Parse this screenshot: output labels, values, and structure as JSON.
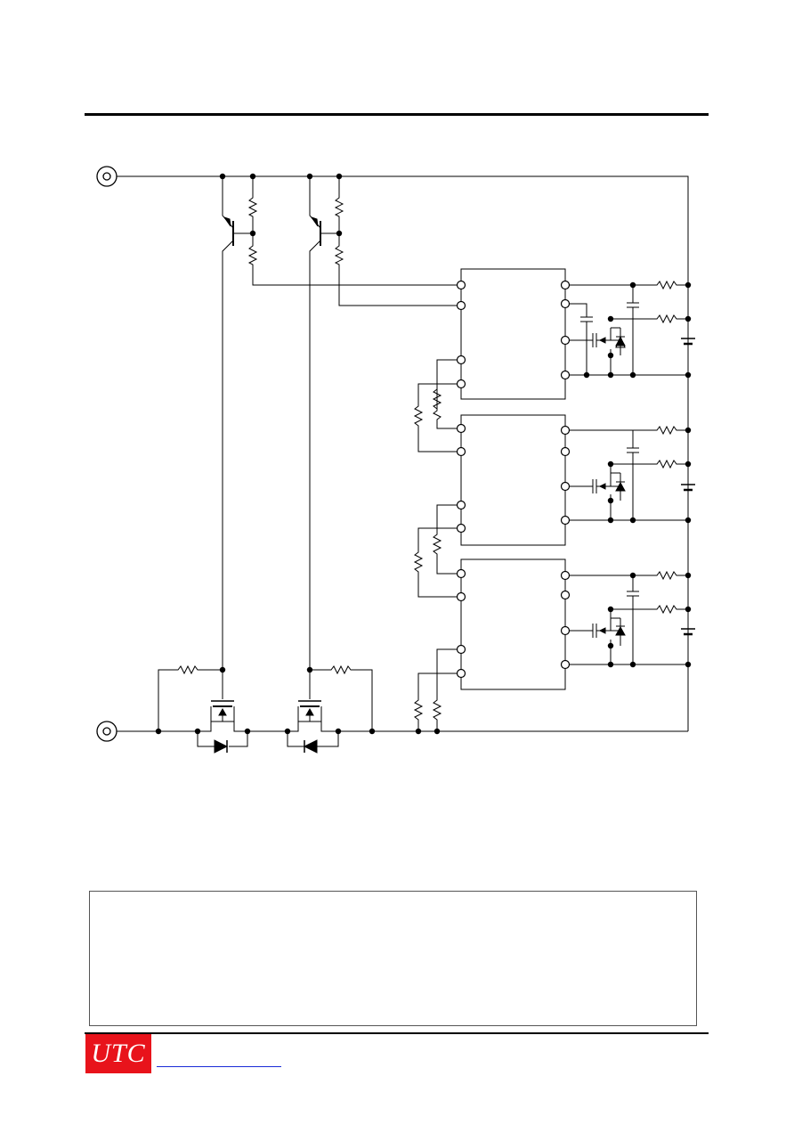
{
  "header": {
    "rule": "top-divider"
  },
  "logo": {
    "text": "UTC",
    "color": "#e8131b"
  },
  "footer": {
    "website": ""
  },
  "colors": {
    "line": "#000000",
    "logo": "#e8131b",
    "link": "#1a2bd6"
  },
  "diagram": {
    "terminals": [
      "positive-terminal",
      "negative-terminal"
    ],
    "ic_count": 3,
    "cells": 3
  }
}
